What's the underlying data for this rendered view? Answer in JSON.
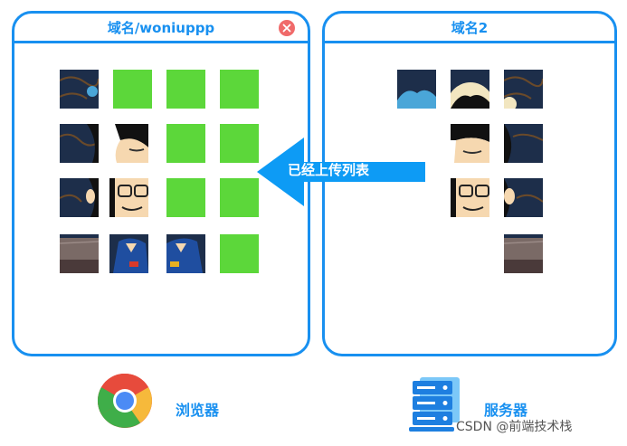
{
  "browser_panel": {
    "title": "域名/woniuppp"
  },
  "server_panel": {
    "title": "域名2"
  },
  "arrow": {
    "label": "已经上传列表"
  },
  "captions": {
    "browser": "浏览器",
    "server": "服务器"
  },
  "watermark": "CSDN @前端技术栈",
  "colors": {
    "border": "#1890f0",
    "uploaded_tile": "#5cd73a",
    "close": "#f06a6a",
    "arrow": "#0d9bf5"
  },
  "icons": {
    "browser": "chrome-icon",
    "server": "server-icon",
    "close": "close-icon"
  }
}
